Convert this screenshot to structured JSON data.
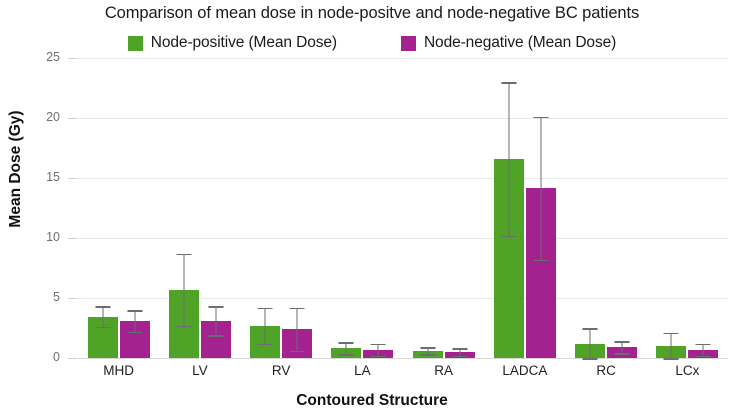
{
  "chart_data": {
    "type": "bar",
    "title": "Comparison of mean dose in node-positve and node-negative  BC patients",
    "xlabel": "Contoured Structure",
    "ylabel": "Mean Dose (Gy)",
    "ylim": [
      0,
      25
    ],
    "yticks": [
      0,
      5,
      10,
      15,
      20,
      25
    ],
    "ytick_labels": [
      "0",
      "5",
      "10",
      "15",
      "20",
      "25"
    ],
    "grid": true,
    "legend_position": "top-center",
    "categories": [
      "MHD",
      "LV",
      "RV",
      "LA",
      "RA",
      "LADCA",
      "RC",
      "LCx"
    ],
    "series": [
      {
        "name": "Node-positive (Mean Dose)",
        "color": "#4FA428",
        "values": [
          3.4,
          5.7,
          2.7,
          0.8,
          0.6,
          16.6,
          1.2,
          1.0
        ],
        "error_upper": [
          4.3,
          8.7,
          4.2,
          1.3,
          0.9,
          23.0,
          2.5,
          2.1
        ],
        "error_lower": [
          2.6,
          2.7,
          1.2,
          0.3,
          0.3,
          10.2,
          0.0,
          0.0
        ]
      },
      {
        "name": "Node-negative (Mean Dose)",
        "color": "#A4228F",
        "values": [
          3.1,
          3.1,
          2.4,
          0.7,
          0.5,
          14.2,
          0.9,
          0.7
        ],
        "error_upper": [
          4.0,
          4.3,
          4.2,
          1.2,
          0.8,
          20.1,
          1.4,
          1.2
        ],
        "error_lower": [
          2.2,
          1.9,
          0.6,
          0.2,
          0.2,
          8.2,
          0.4,
          0.2
        ]
      }
    ]
  },
  "legend": {
    "items": [
      {
        "label": "Node-positive (Mean Dose)",
        "color": "#4FA428"
      },
      {
        "label": "Node-negative (Mean Dose)",
        "color": "#A4228F"
      }
    ]
  },
  "colors": {
    "node_positive": "#4FA428",
    "node_negative": "#A4228F",
    "gridline": "#e8e8e8",
    "error": "#6d6d6d",
    "tick_text": "#6f6f6f"
  }
}
